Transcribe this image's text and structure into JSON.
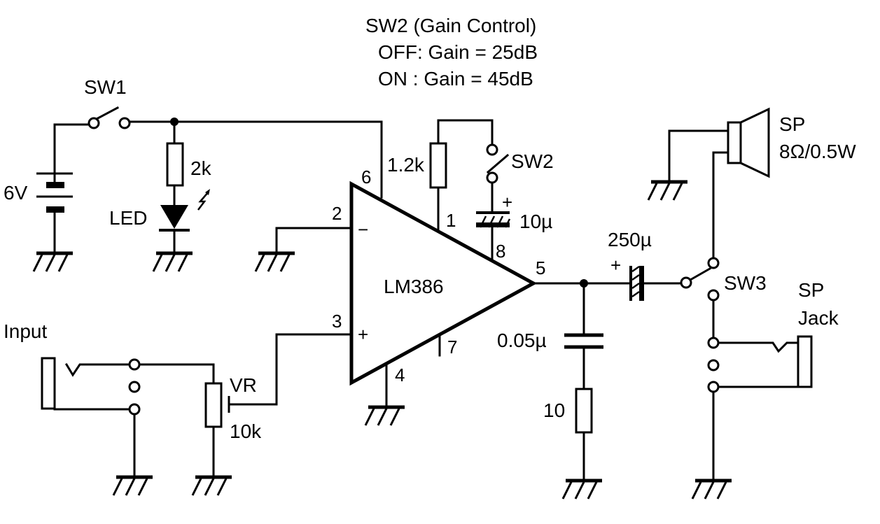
{
  "note": {
    "line1": "SW2 (Gain Control)",
    "line2": "OFF: Gain = 25dB",
    "line3": "ON  : Gain = 45dB"
  },
  "labels": {
    "sw1": "SW1",
    "battery": "6V",
    "r_led": "2k",
    "led": "LED",
    "r_gain": "1.2k",
    "sw2": "SW2",
    "c_gain": "10µ",
    "c_gain_plus": "+",
    "c_out": "250µ",
    "c_out_plus": "+",
    "c_zobel": "0.05µ",
    "r_zobel": "10",
    "sp": "SP",
    "sp_rating": "8Ω/0.5W",
    "sw3": "SW3",
    "sp_jack_line1": "SP",
    "sp_jack_line2": "Jack",
    "input": "Input",
    "vr": "VR",
    "vr_value": "10k",
    "ic": "LM386",
    "minus": "−",
    "plus": "+"
  },
  "pins": {
    "p1": "1",
    "p2": "2",
    "p3": "3",
    "p4": "4",
    "p5": "5",
    "p6": "6",
    "p7": "7",
    "p8": "8"
  }
}
